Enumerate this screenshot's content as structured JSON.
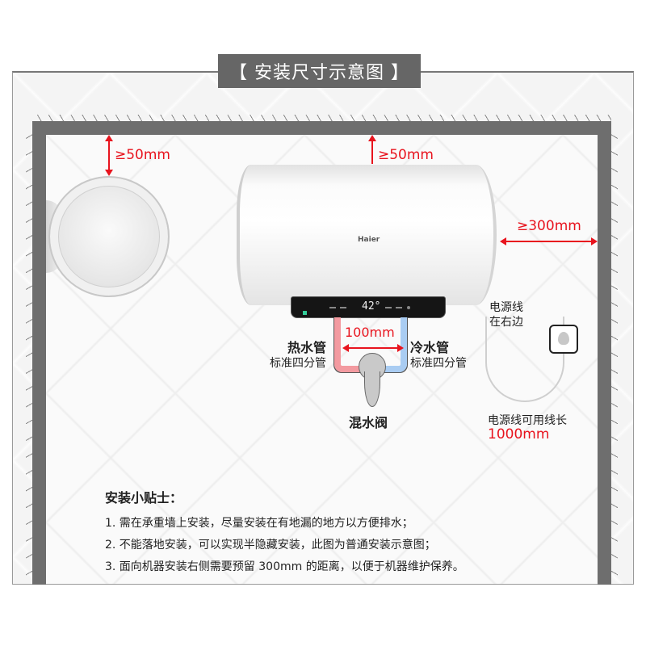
{
  "title": "【 安装尺寸示意图 】",
  "colors": {
    "accent_red": "#e8141e",
    "wall_gray": "#6e6e6e",
    "title_bg": "#666666",
    "hot_pipe": "#f39aa0",
    "cold_pipe": "#a9ccf2"
  },
  "dimensions": {
    "side_top_clearance": "≥50mm",
    "front_top_clearance": "≥50mm",
    "right_clearance": "≥300mm",
    "pipe_spacing": "100mm"
  },
  "heater": {
    "brand": "Haier",
    "display_temp": "42°"
  },
  "labels": {
    "hot_pipe": "热水管",
    "hot_pipe_sub": "标准四分管",
    "cold_pipe": "冷水管",
    "cold_pipe_sub": "标准四分管",
    "mixing_valve": "混水阀",
    "power_cord_line1": "电源线",
    "power_cord_line2": "在右边",
    "cord_length_label": "电源线可用线长",
    "cord_length_value": "1000mm"
  },
  "tips": {
    "title": "安装小贴士：",
    "items": [
      "1. 需在承重墙上安装，尽量安装在有地漏的地方以方便排水；",
      "2. 不能落地安装，可以实现半隐藏安装，此图为普通安装示意图；",
      "3. 面向机器安装右侧需要预留 300mm 的距离，以便于机器维护保养。"
    ]
  }
}
